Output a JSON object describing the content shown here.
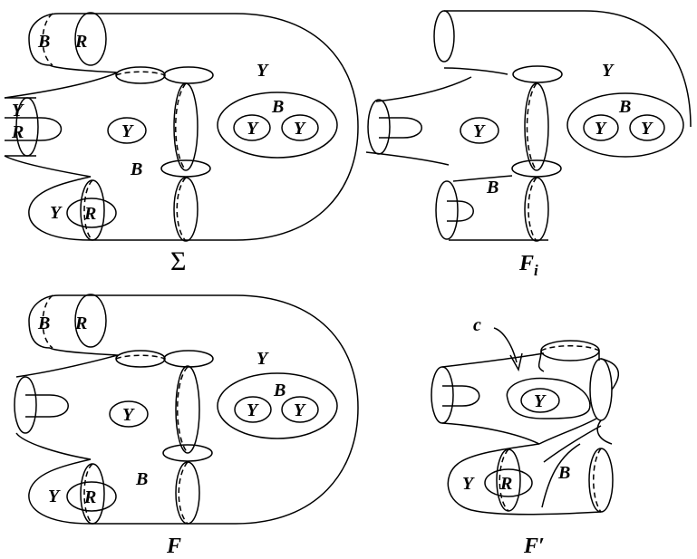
{
  "panels": {
    "sigma": {
      "caption": "Σ",
      "labels": {
        "b_top": "B",
        "r_top": "R",
        "y_left": "Y",
        "r_left": "R",
        "y_center": "Y",
        "b_center": "B",
        "y_bottom": "Y",
        "r_bottom": "R",
        "y_right": "Y",
        "b_right": "B",
        "y_ring_1": "Y",
        "y_ring_2": "Y"
      }
    },
    "fi": {
      "caption_main": "F",
      "caption_sub": "i",
      "labels": {
        "y_right": "Y",
        "b_right": "B",
        "y_ring_1": "Y",
        "y_ring_2": "Y",
        "y_center": "Y",
        "b_center": "B"
      }
    },
    "f": {
      "caption": "F",
      "labels": {
        "b_top": "B",
        "r_top": "R",
        "y_right": "Y",
        "b_right": "B",
        "y_ring_1": "Y",
        "y_ring_2": "Y",
        "y_center": "Y",
        "b_center": "B",
        "y_bottom": "Y",
        "r_bottom": "R"
      }
    },
    "fprime": {
      "caption": "F′",
      "labels": {
        "curve_c": "c",
        "y_inner": "Y",
        "y_bottom": "Y",
        "r_bottom": "R",
        "b_bottom": "B"
      }
    }
  }
}
